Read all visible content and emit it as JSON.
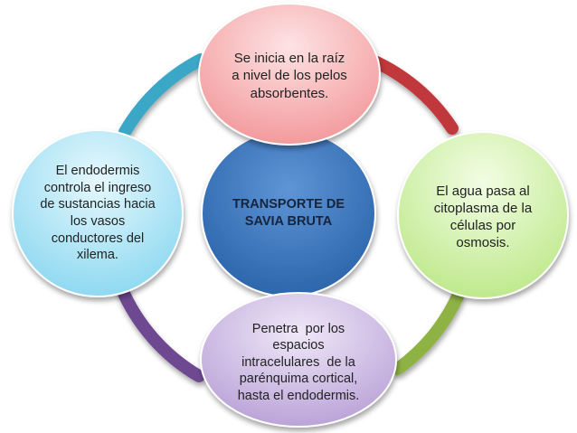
{
  "center": {
    "lines": [
      "TRANSPORTE DE",
      "SAVIA BRUTA"
    ]
  },
  "nodes": {
    "top": {
      "lines": [
        "Se inicia en la raíz",
        "a nivel de los pelos",
        "absorbentes."
      ]
    },
    "right": {
      "lines": [
        "El agua pasa al",
        "citoplasma de la",
        "células por",
        "osmosis."
      ]
    },
    "bottom": {
      "lines": [
        "Penetra  por los",
        "espacios",
        "intracelulares  de la",
        "parénquima cortical,",
        "hasta el endodermis."
      ]
    },
    "left": {
      "lines": [
        "El endodermis",
        "controla el ingreso",
        "de sustancias hacia",
        "los vasos",
        "conductores del",
        "xilema."
      ]
    }
  },
  "colors": {
    "arc_top_right": "#c0393b",
    "arc_bottom_right": "#8fb245",
    "arc_bottom_left": "#6e4a91",
    "arc_top_left": "#3ba7c7",
    "center_fill": "#2f6fb8",
    "top_fill": "#f6a9ab",
    "right_fill": "#cdf0a3",
    "bottom_fill": "#c9b5e0",
    "left_fill": "#a9e3f5"
  }
}
